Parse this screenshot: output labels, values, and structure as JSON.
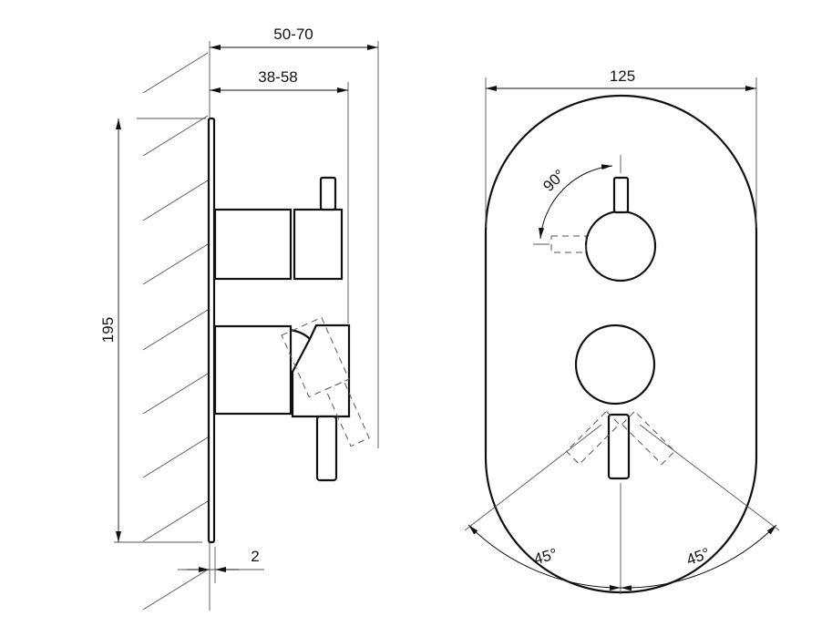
{
  "side_view": {
    "dim_total_depth": "50-70",
    "dim_body_depth": "38-58",
    "dim_height": "195",
    "dim_plate_thickness": "2"
  },
  "front_view": {
    "dim_width": "125",
    "rotation_upper": "90°",
    "rotation_lower_left": "45°",
    "rotation_lower_right": "45°"
  },
  "colors": {
    "line": "#111111",
    "dim_line": "#555555",
    "background": "#ffffff"
  }
}
